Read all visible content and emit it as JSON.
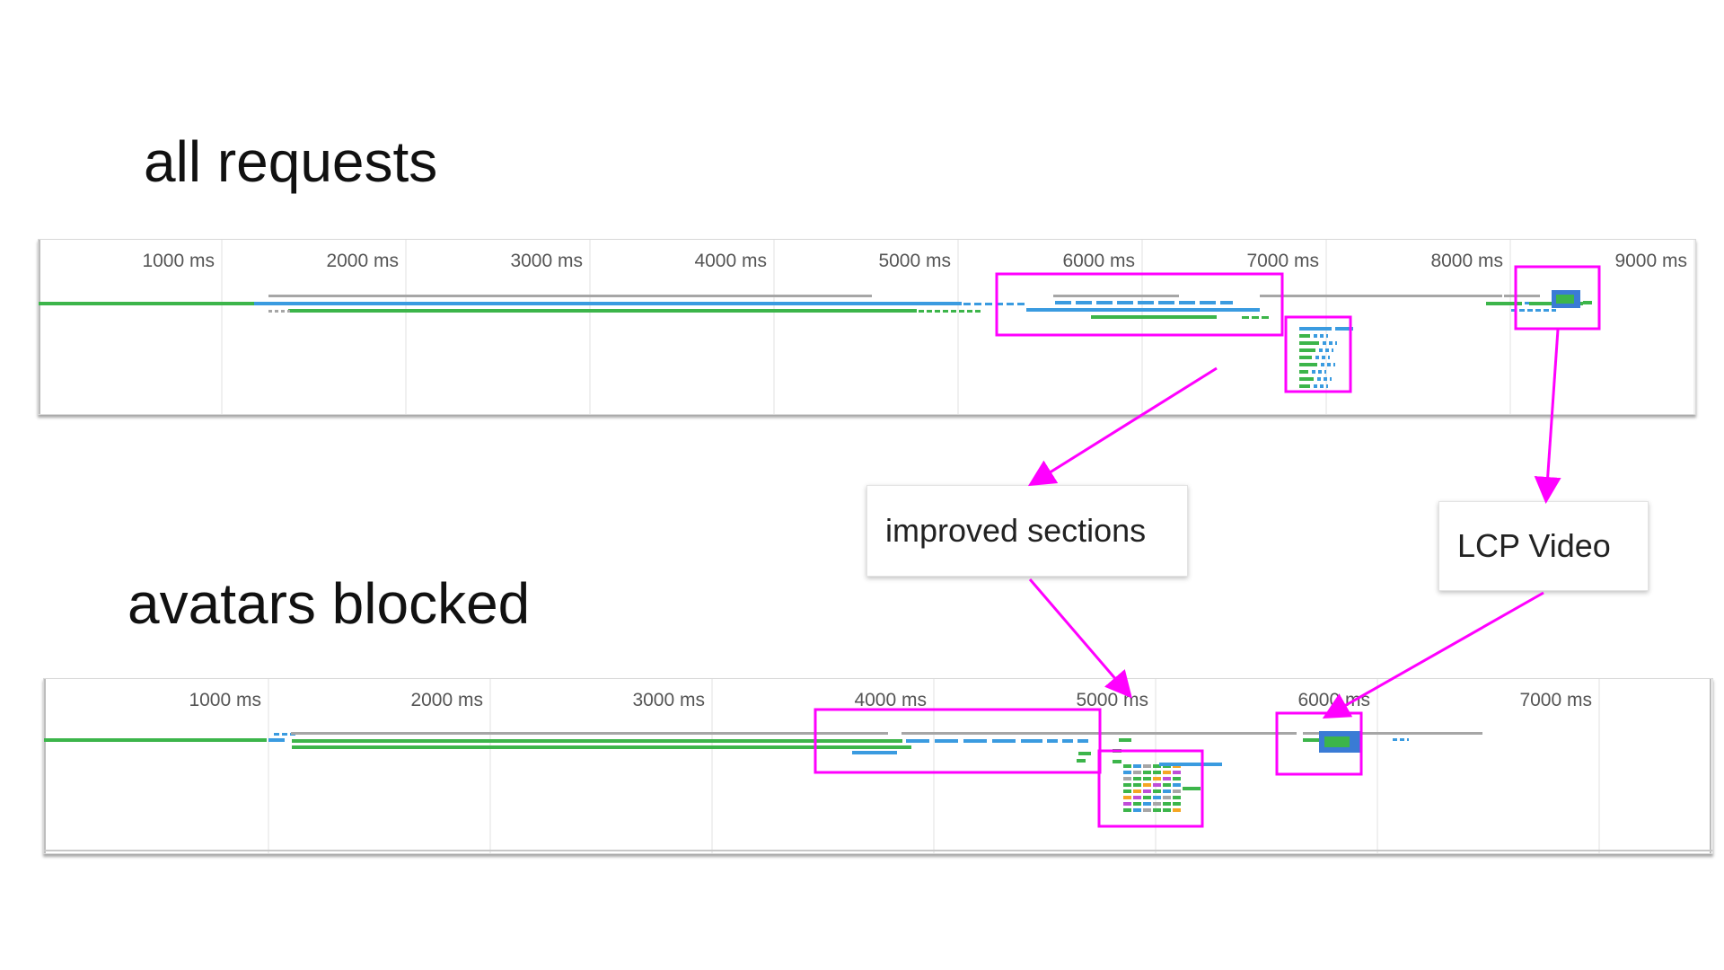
{
  "titles": {
    "top": "all requests",
    "bottom": "avatars blocked"
  },
  "callouts": {
    "improved": "improved sections",
    "lcp": "LCP Video"
  },
  "colors": {
    "highlight": "#ff00ff",
    "green": "#3cb54a",
    "blue": "#3a9be0",
    "gray": "#a6a6a6",
    "gridline": "#e2e2e2",
    "lcp_fill": "#3a7bd5"
  },
  "waterfalls": {
    "all_requests": {
      "ticks": [
        "1000 ms",
        "2000 ms",
        "3000 ms",
        "4000 ms",
        "5000 ms",
        "6000 ms",
        "7000 ms",
        "8000 ms",
        "9000 ms"
      ]
    },
    "avatars_blocked": {
      "ticks": [
        "1000 ms",
        "2000 ms",
        "3000 ms",
        "4000 ms",
        "5000 ms",
        "6000 ms",
        "7000 ms"
      ]
    }
  }
}
